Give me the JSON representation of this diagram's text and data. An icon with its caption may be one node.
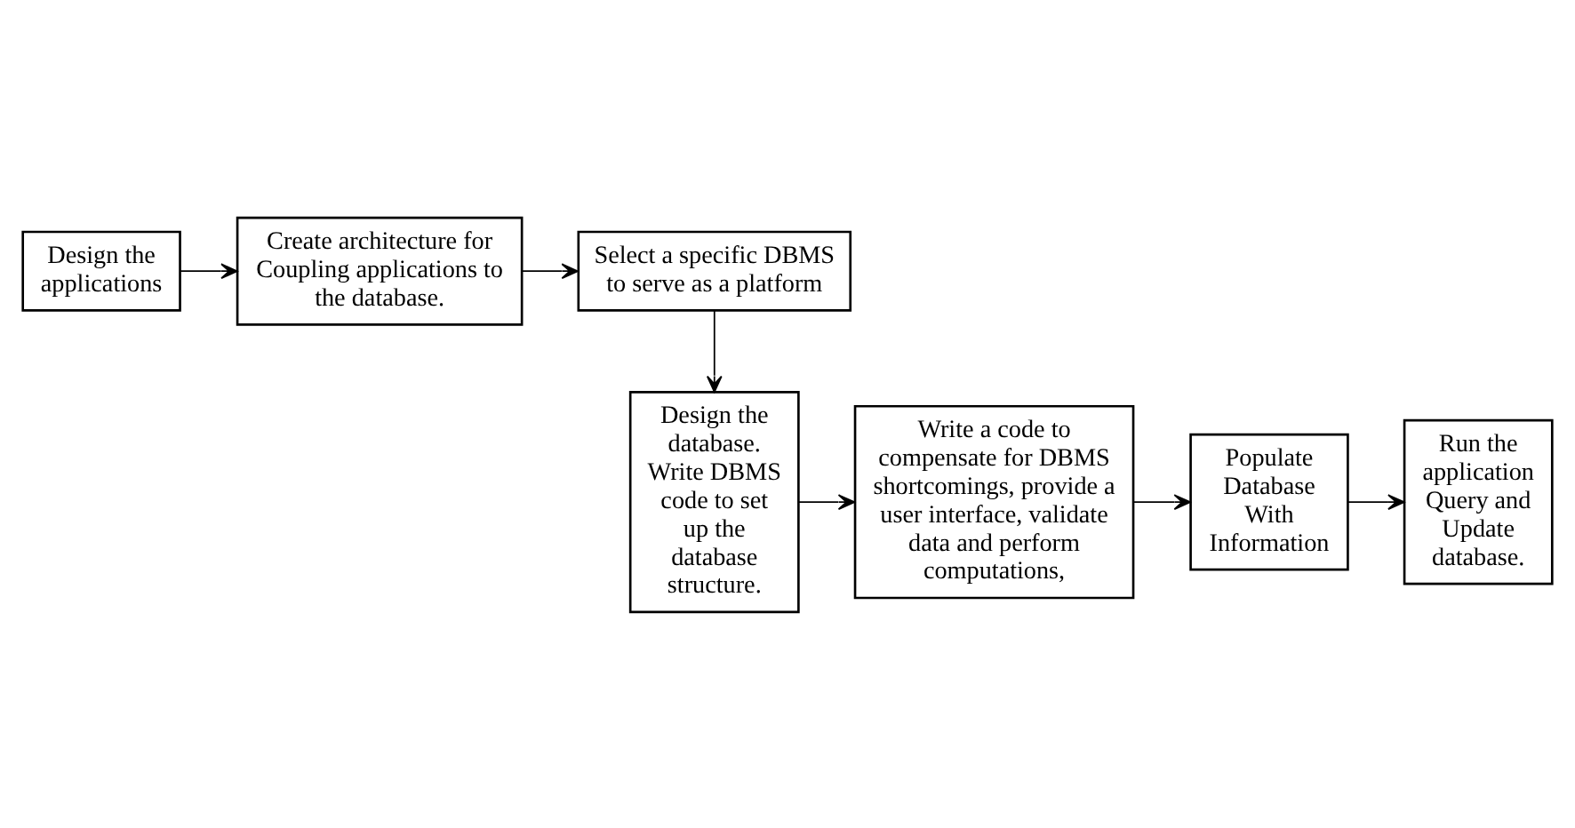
{
  "diagram": {
    "nodes": [
      {
        "text": [
          "Design the applications"
        ]
      },
      {
        "text": [
          "Create architecture for Coupling applications to the database."
        ]
      },
      {
        "text": [
          "Select a specific DBMS to serve as a platform"
        ]
      },
      {
        "text": [
          "Design the database. Write DBMS code to set up the database structure."
        ]
      },
      {
        "text": [
          "Write a code to compensate for DBMS shortcomings, provide a user interface, validate data and perform computations,"
        ]
      },
      {
        "text": [
          "Populate Database With Information"
        ]
      },
      {
        "text": [
          "Run the application Query and Update database."
        ]
      }
    ],
    "edges": [
      {
        "from": 0,
        "to": 1,
        "arrow": "to"
      },
      {
        "from": 1,
        "to": 2,
        "arrow": "to"
      },
      {
        "from": 2,
        "to": 3,
        "arrow": "to"
      },
      {
        "from": 3,
        "to": 4,
        "arrow": "to"
      },
      {
        "from": 4,
        "to": 5,
        "arrow": "to"
      },
      {
        "from": 5,
        "to": 6,
        "arrow": "to"
      }
    ]
  }
}
